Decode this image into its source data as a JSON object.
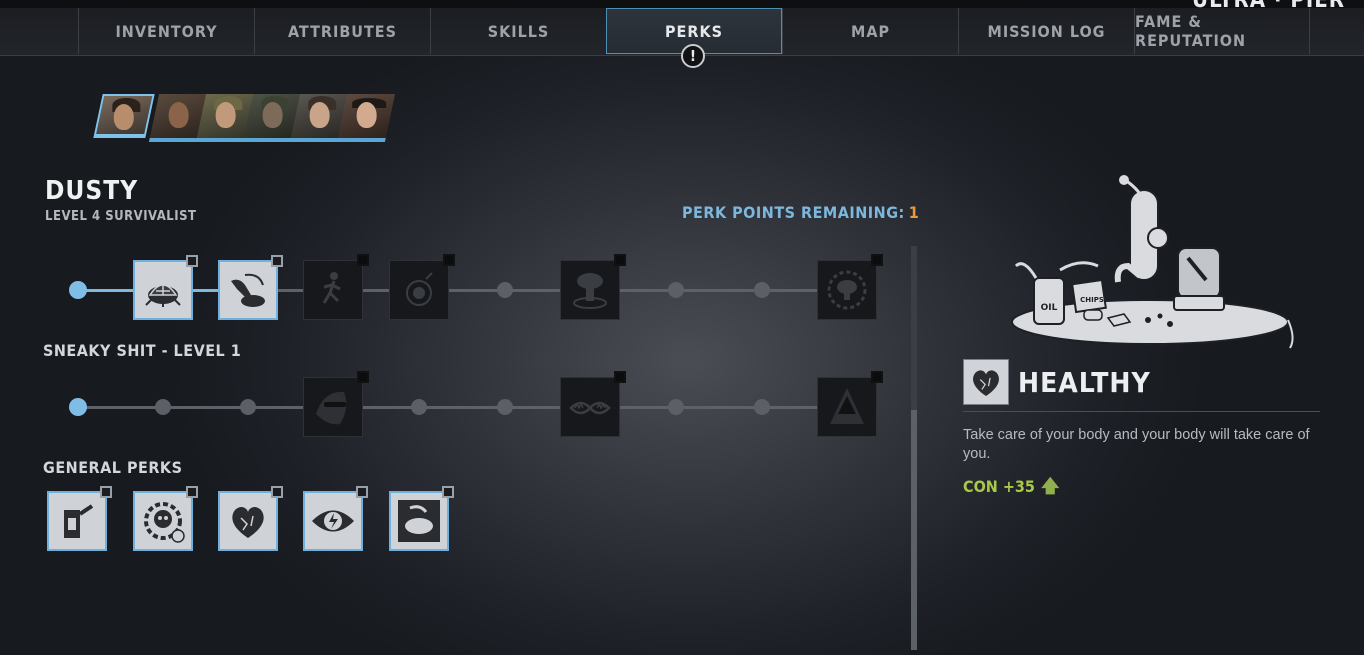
{
  "nav": {
    "tabs": [
      {
        "label": "Inventory",
        "active": false
      },
      {
        "label": "Attributes",
        "active": false
      },
      {
        "label": "Skills",
        "active": false
      },
      {
        "label": "Perks",
        "active": true
      },
      {
        "label": "Map",
        "active": false
      },
      {
        "label": "Mission Log",
        "active": false
      },
      {
        "label": "Fame & Reputation",
        "active": false
      }
    ],
    "notice_glyph": "!",
    "corner_text": "ULTRA · PIER"
  },
  "party": {
    "selected_index": 0,
    "count": 6
  },
  "character": {
    "name": "Dusty",
    "class_line": "Level 4 Survivalist"
  },
  "perk_points": {
    "label": "PERK POINTS REMAINING:",
    "value": "1"
  },
  "trees": [
    {
      "title": "",
      "nodes": [
        "dot-lit",
        "perk-owned:turtle-shell-icon",
        "perk-owned:hand-button-icon",
        "perk:runner-icon",
        "perk:grenade-icon",
        "dot",
        "perk:nuke-icon",
        "dot",
        "dot",
        "perk:explosion-ring-icon"
      ]
    },
    {
      "title": "Sneaky Shit - Level 1",
      "nodes": [
        "dot-lit",
        "dot",
        "dot",
        "perk:masked-thief-icon",
        "dot",
        "dot",
        "perk:bear-trap-icon",
        "dot",
        "dot",
        "perk:hooded-figure-icon"
      ]
    }
  ],
  "general_perks": {
    "title": "General Perks",
    "items": [
      "gas-can-icon",
      "skull-gear-icon",
      "heart-organ-icon",
      "lightning-eye-icon",
      "pool-icon"
    ]
  },
  "detail": {
    "title": "Healthy",
    "description": "Take care of your body and your body will take care of you.",
    "bonus": "CON +35",
    "bonus_arrow": "🡅",
    "art_labels": {
      "oil": "OIL",
      "chips": "CHIPS"
    }
  },
  "colors": {
    "accent_blue": "#7fb9df",
    "points_orange": "#e89a3c",
    "bonus_green": "#a8c84a"
  }
}
